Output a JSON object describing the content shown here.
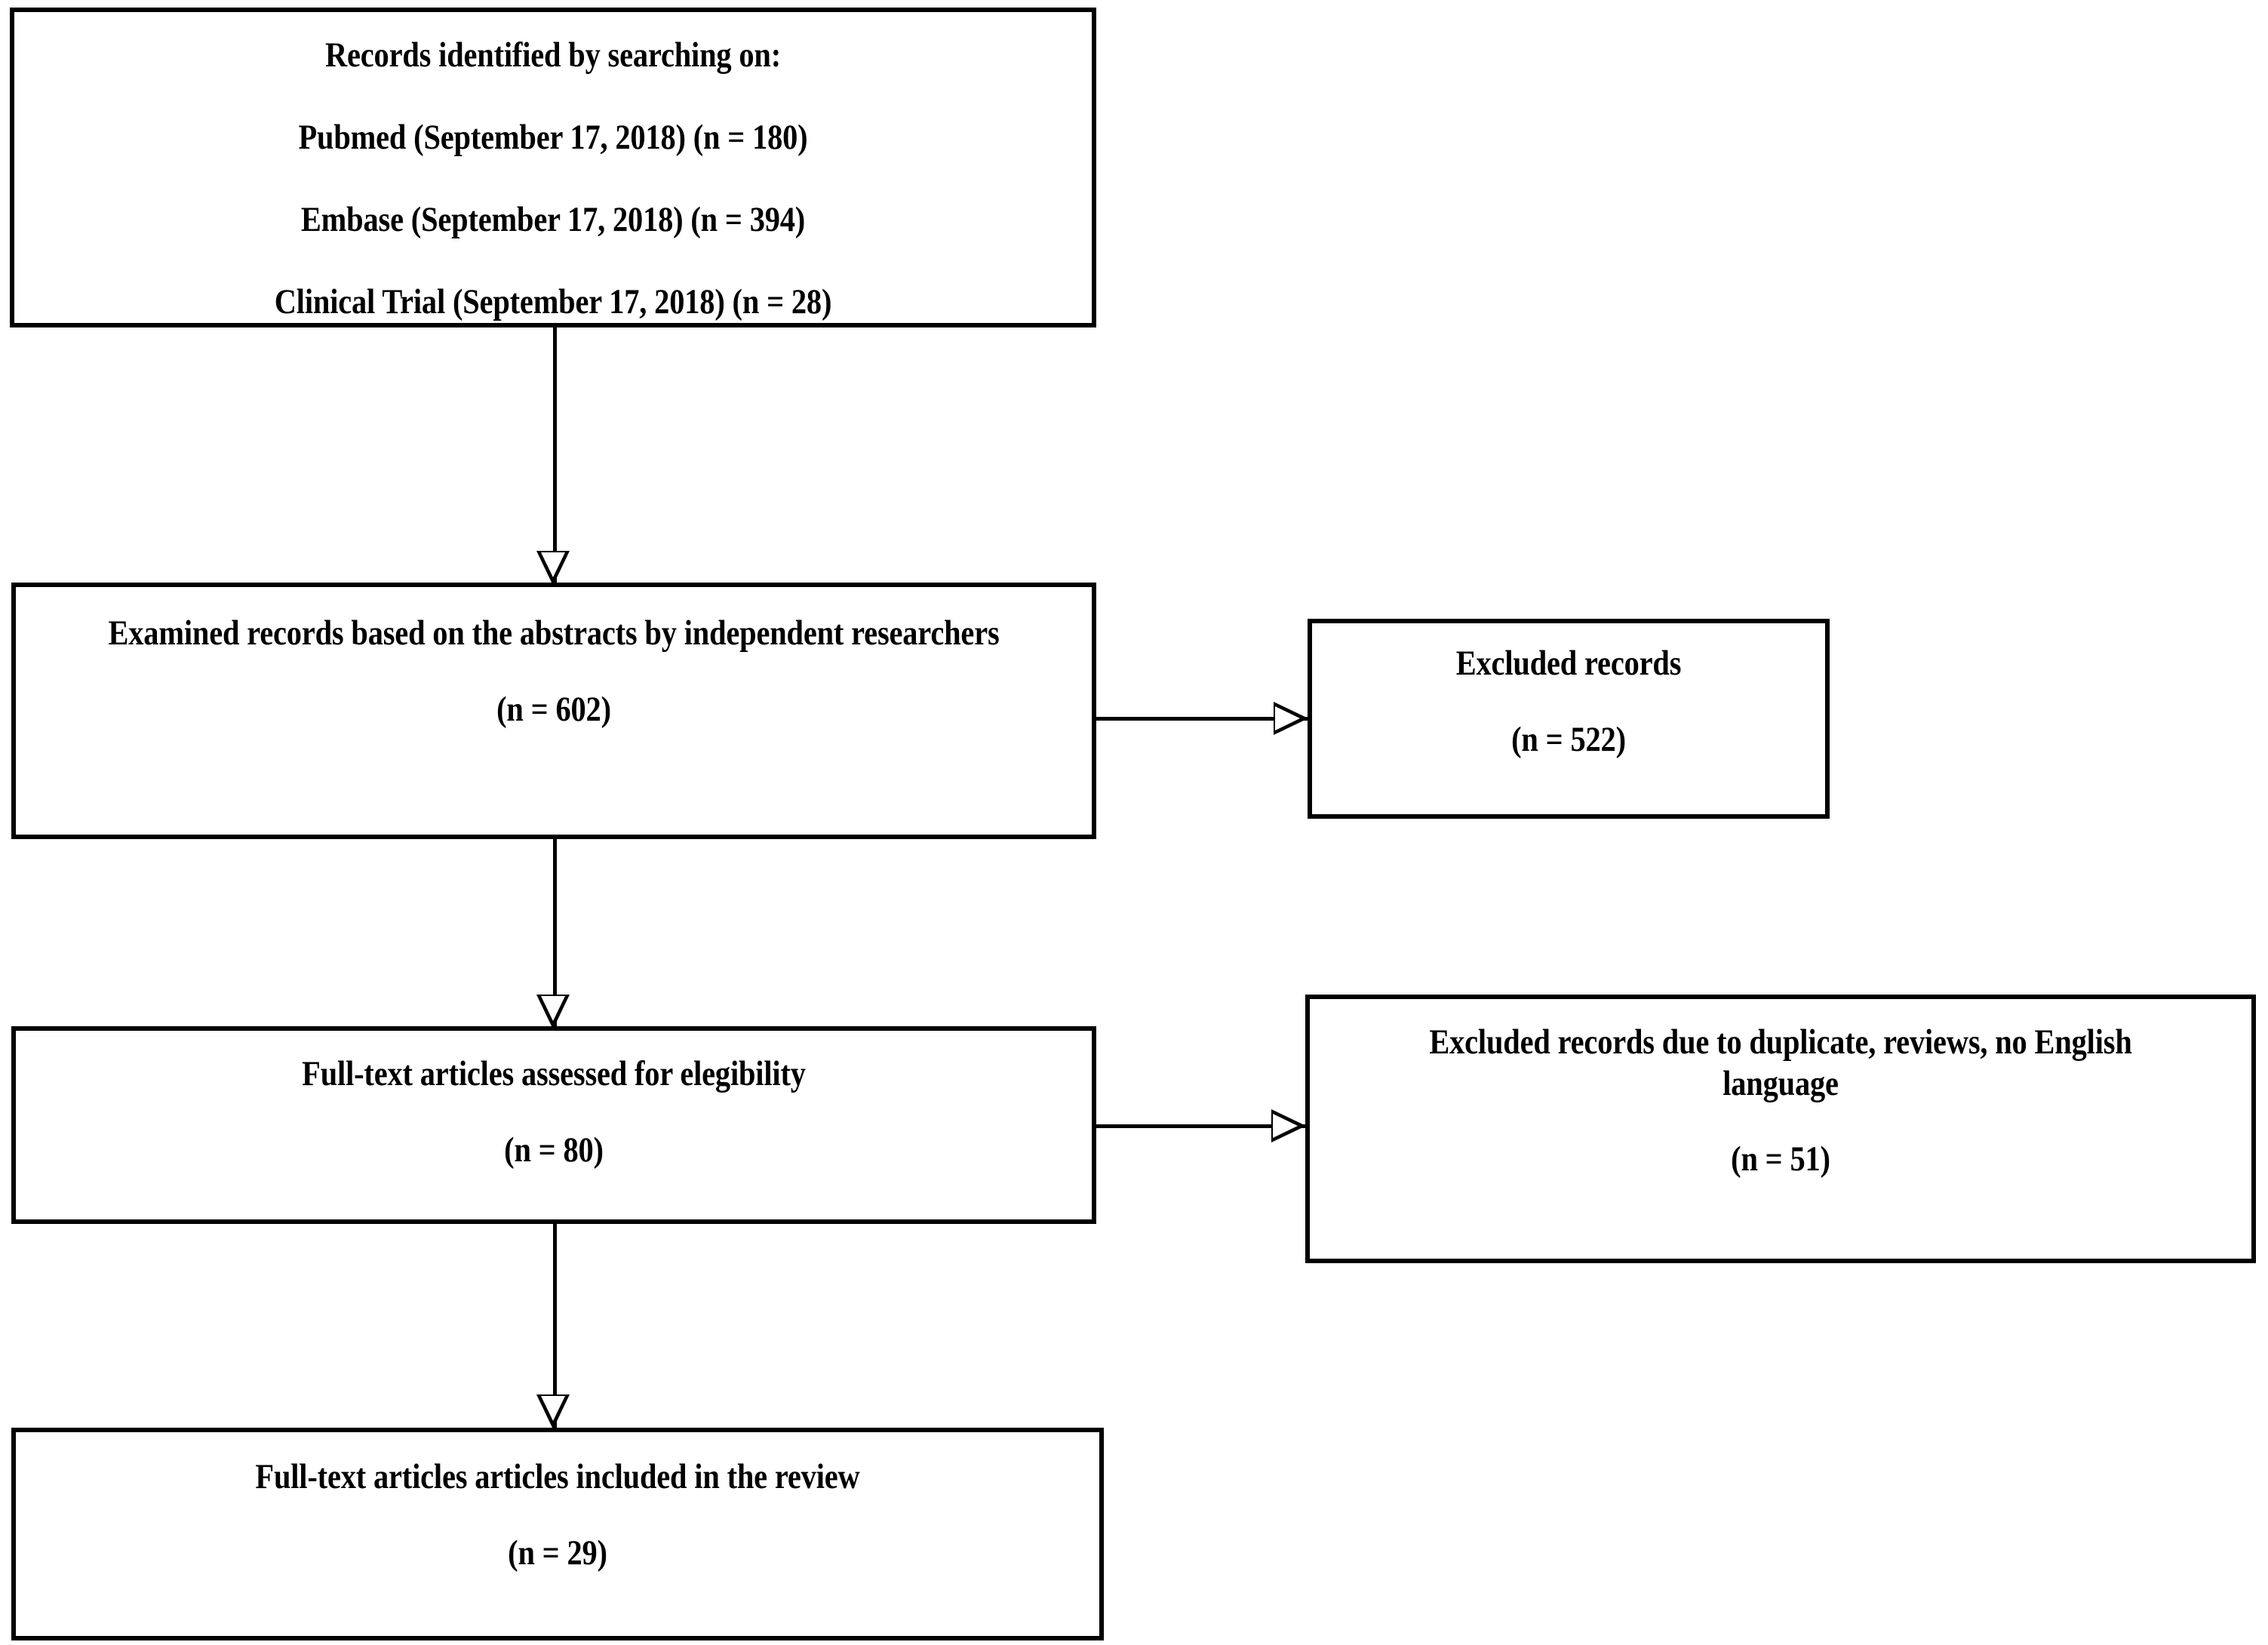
{
  "diagram": {
    "type": "prisma-flow-diagram",
    "title": "",
    "line_color": "#000000",
    "background_color": "#ffffff",
    "nodes": [
      {
        "id": "identified",
        "name": "records-identified-box",
        "lines": [
          "Records identified by searching on:",
          "Pubmed (September 17, 2018) (n = 180)",
          "Embase (September 17, 2018) (n = 394)",
          "Clinical Trial (September 17, 2018) (n = 28)"
        ]
      },
      {
        "id": "examined",
        "name": "examined-records-box",
        "lines": [
          "Examined records based on the abstracts by independent researchers",
          "(n = 602)"
        ]
      },
      {
        "id": "excluded_1",
        "name": "excluded-records-box",
        "lines": [
          "Excluded records",
          "(n = 522)"
        ]
      },
      {
        "id": "fulltext",
        "name": "full-text-assessed-box",
        "lines": [
          "Full-text articles assessed for elegibility",
          "(n = 80)"
        ]
      },
      {
        "id": "excluded_2",
        "name": "excluded-records-reasons-box",
        "lines": [
          "Excluded records due to duplicate, reviews, no English language",
          "(n = 51)"
        ]
      },
      {
        "id": "included",
        "name": "articles-included-box",
        "lines": [
          "Full-text articles articles included in the review",
          "(n = 29)"
        ]
      }
    ],
    "edges": [
      {
        "from": "identified",
        "to": "examined",
        "direction": "down"
      },
      {
        "from": "examined",
        "to": "fulltext",
        "direction": "down"
      },
      {
        "from": "fulltext",
        "to": "included",
        "direction": "down"
      },
      {
        "from": "examined",
        "to": "excluded_1",
        "direction": "right"
      },
      {
        "from": "fulltext",
        "to": "excluded_2",
        "direction": "right"
      }
    ],
    "counts": {
      "pubmed": 180,
      "embase": 394,
      "clinical_trial": 28,
      "examined": 602,
      "excluded_abstract": 522,
      "full_text_assessed": 80,
      "excluded_duplicate_reviews_language": 51,
      "included": 29
    }
  }
}
